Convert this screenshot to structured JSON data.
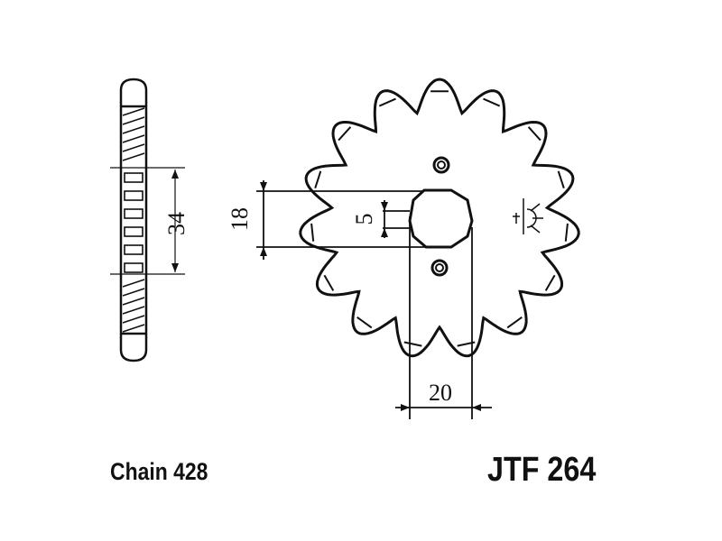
{
  "chain_label": "Chain 428",
  "part_number": "JTF 264",
  "dimensions": {
    "thickness": "34",
    "hub_height": "18",
    "keyway": "5",
    "hub_width": "20"
  },
  "sprocket": {
    "teeth": 15
  },
  "line_color": "#111111"
}
